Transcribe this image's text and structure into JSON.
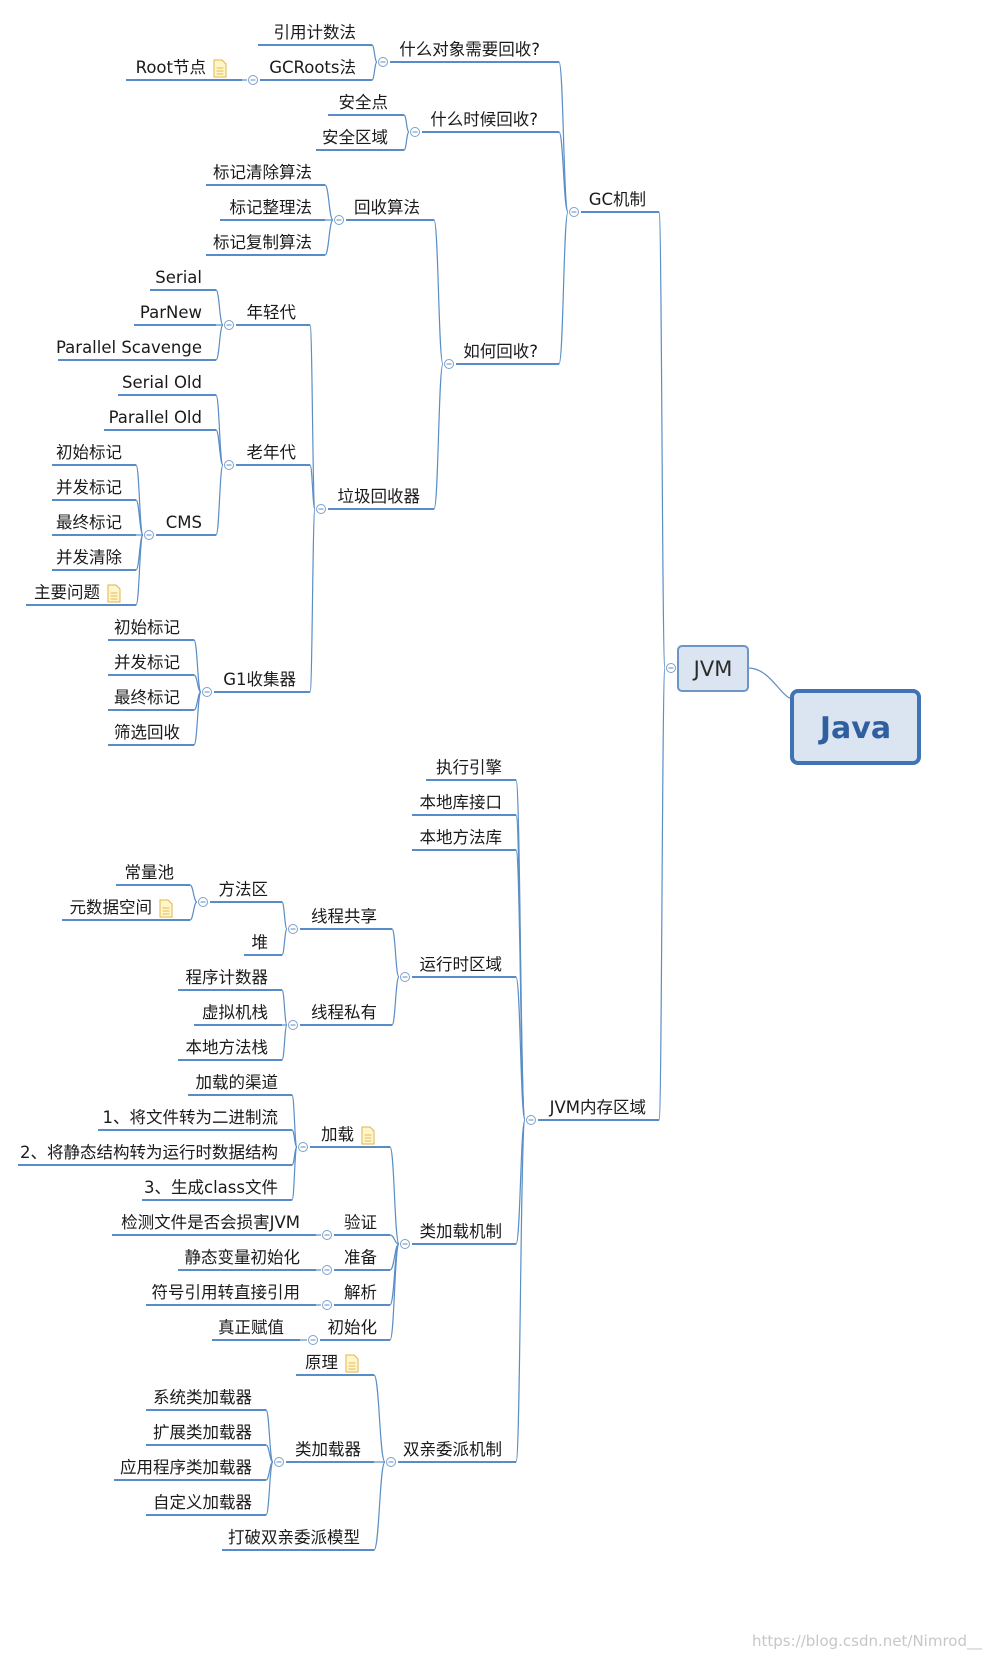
{
  "root": {
    "label": "Java"
  },
  "jvm": {
    "label": "JVM"
  },
  "watermark": "https://blog.csdn.net/Nimrod__",
  "nodes": [
    {
      "id": "gc",
      "label": "GC机制",
      "collapse": true
    },
    {
      "id": "jvmmem",
      "label": "JVM内存区域",
      "collapse": true
    },
    {
      "id": "whatobj",
      "label": "什么对象需要回收?",
      "collapse": true
    },
    {
      "id": "refcount",
      "label": "引用计数法"
    },
    {
      "id": "gcroots",
      "label": "GCRoots法",
      "collapse": true
    },
    {
      "id": "rootnode",
      "label": "Root节点",
      "note": true
    },
    {
      "id": "when",
      "label": "什么时候回收?",
      "collapse": true
    },
    {
      "id": "safepoint",
      "label": "安全点"
    },
    {
      "id": "saferegion",
      "label": "安全区域"
    },
    {
      "id": "how",
      "label": "如何回收?",
      "collapse": true
    },
    {
      "id": "algo",
      "label": "回收算法",
      "collapse": true
    },
    {
      "id": "marksweep",
      "label": "标记清除算法"
    },
    {
      "id": "markcompact",
      "label": "标记整理法"
    },
    {
      "id": "markcopy",
      "label": "标记复制算法"
    },
    {
      "id": "collectors",
      "label": "垃圾回收器",
      "collapse": true
    },
    {
      "id": "young",
      "label": "年轻代",
      "collapse": true
    },
    {
      "id": "serial",
      "label": "Serial"
    },
    {
      "id": "parnew",
      "label": "ParNew"
    },
    {
      "id": "pscav",
      "label": "Parallel Scavenge"
    },
    {
      "id": "old",
      "label": "老年代",
      "collapse": true
    },
    {
      "id": "serialold",
      "label": "Serial Old"
    },
    {
      "id": "parold",
      "label": "Parallel Old"
    },
    {
      "id": "cms",
      "label": "CMS",
      "collapse": true
    },
    {
      "id": "cms1",
      "label": "初始标记"
    },
    {
      "id": "cms2",
      "label": "并发标记"
    },
    {
      "id": "cms3",
      "label": "最终标记"
    },
    {
      "id": "cms4",
      "label": "并发清除"
    },
    {
      "id": "cms5",
      "label": "主要问题",
      "note": true
    },
    {
      "id": "g1",
      "label": "G1收集器",
      "collapse": true
    },
    {
      "id": "g11",
      "label": "初始标记"
    },
    {
      "id": "g12",
      "label": "并发标记"
    },
    {
      "id": "g13",
      "label": "最终标记"
    },
    {
      "id": "g14",
      "label": "筛选回收"
    },
    {
      "id": "engine",
      "label": "执行引擎"
    },
    {
      "id": "nativeif",
      "label": "本地库接口"
    },
    {
      "id": "nativelib",
      "label": "本地方法库"
    },
    {
      "id": "runtime",
      "label": "运行时区域",
      "collapse": true
    },
    {
      "id": "shared",
      "label": "线程共享",
      "collapse": true
    },
    {
      "id": "method",
      "label": "方法区",
      "collapse": true
    },
    {
      "id": "constpool",
      "label": "常量池"
    },
    {
      "id": "metaspace",
      "label": "元数据空间",
      "note": true
    },
    {
      "id": "heap",
      "label": "堆"
    },
    {
      "id": "private",
      "label": "线程私有",
      "collapse": true
    },
    {
      "id": "pc",
      "label": "程序计数器"
    },
    {
      "id": "vmstack",
      "label": "虚拟机栈"
    },
    {
      "id": "nstack",
      "label": "本地方法栈"
    },
    {
      "id": "classload",
      "label": "类加载机制",
      "collapse": true
    },
    {
      "id": "load",
      "label": "加载",
      "collapse": true,
      "note": true
    },
    {
      "id": "load1",
      "label": "加载的渠道"
    },
    {
      "id": "load2",
      "label": "1、将文件转为二进制流"
    },
    {
      "id": "load3",
      "label": "2、将静态结构转为运行时数据结构"
    },
    {
      "id": "load4",
      "label": "3、生成class文件"
    },
    {
      "id": "verify",
      "label": "验证",
      "collapse": true
    },
    {
      "id": "verify1",
      "label": "检测文件是否会损害JVM"
    },
    {
      "id": "prepare",
      "label": "准备",
      "collapse": true
    },
    {
      "id": "prepare1",
      "label": "静态变量初始化"
    },
    {
      "id": "resolve",
      "label": "解析",
      "collapse": true
    },
    {
      "id": "resolve1",
      "label": "符号引用转直接引用"
    },
    {
      "id": "init",
      "label": "初始化",
      "collapse": true
    },
    {
      "id": "init1",
      "label": "真正赋值"
    },
    {
      "id": "parent",
      "label": "双亲委派机制",
      "collapse": true
    },
    {
      "id": "principle",
      "label": "原理",
      "note": true
    },
    {
      "id": "loaders",
      "label": "类加载器",
      "collapse": true
    },
    {
      "id": "l1",
      "label": "系统类加载器"
    },
    {
      "id": "l2",
      "label": "扩展类加载器"
    },
    {
      "id": "l3",
      "label": "应用程序类加载器"
    },
    {
      "id": "l4",
      "label": "自定义加载器"
    },
    {
      "id": "break",
      "label": "打破双亲委派模型"
    }
  ]
}
